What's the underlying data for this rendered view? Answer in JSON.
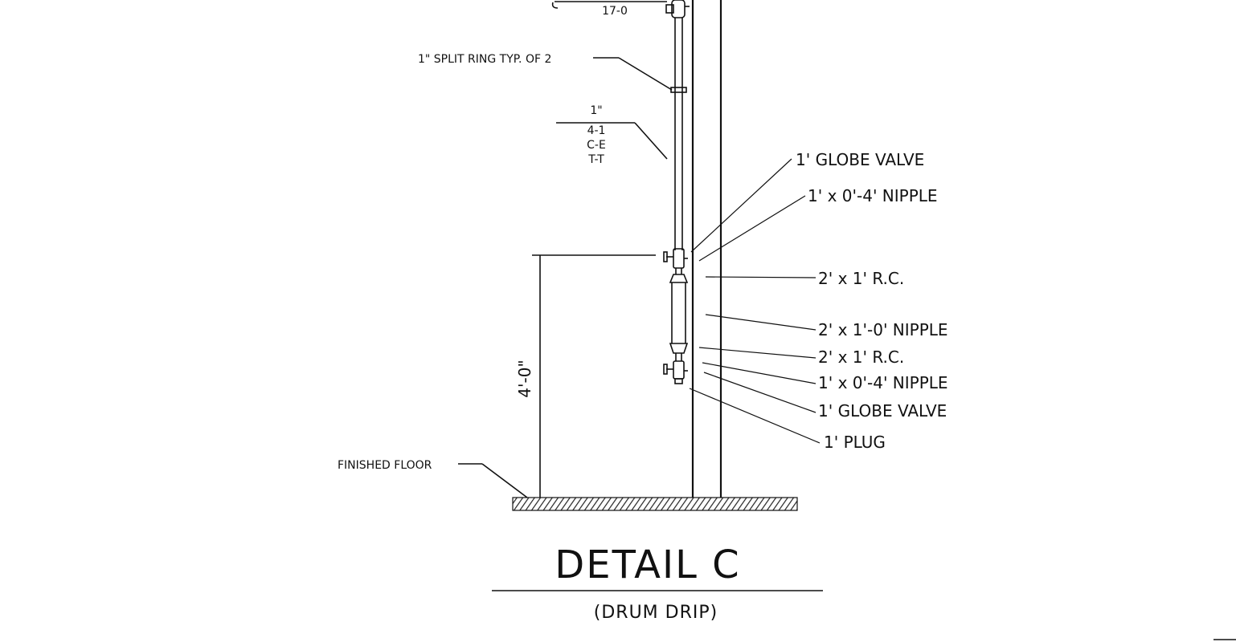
{
  "top_dimension": "17-0",
  "split_ring_label": "1\" SPLIT RING TYP. OF 2",
  "pipe_spec": {
    "size": "1\"",
    "line1": "4-1",
    "line2": "C-E",
    "line3": "T-T"
  },
  "callouts": {
    "globe_valve_top": "1' GLOBE VALVE",
    "nipple_top": "1' x 0'-4' NIPPLE",
    "reducer_top": "2' x 1' R.C.",
    "nipple_mid": "2' x 1'-0' NIPPLE",
    "reducer_bottom": "2' x 1' R.C.",
    "nipple_bottom": "1' x 0'-4' NIPPLE",
    "globe_valve_bottom": "1' GLOBE VALVE",
    "plug": "1' PLUG"
  },
  "height_dimension": "4'-0\"",
  "floor_label": "FINISHED FLOOR",
  "title": "DETAIL C",
  "subtitle": "(DRUM DRIP)"
}
